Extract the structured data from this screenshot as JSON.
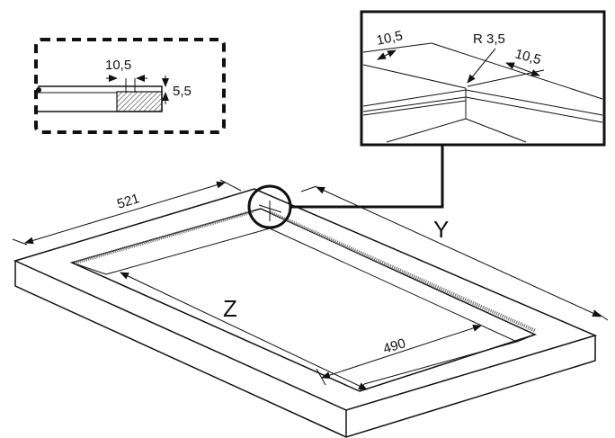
{
  "labels": {
    "dim_length": "521",
    "dim_inner_width": "490",
    "axis_z": "Z",
    "axis_y": "Y",
    "section_width": "10,5",
    "section_depth": "5,5",
    "detail_left": "10,5",
    "detail_radius": "R 3,5",
    "detail_right": "10,5"
  },
  "colors": {
    "line": "#111111",
    "hatch": "#666666",
    "background": "#ffffff"
  }
}
